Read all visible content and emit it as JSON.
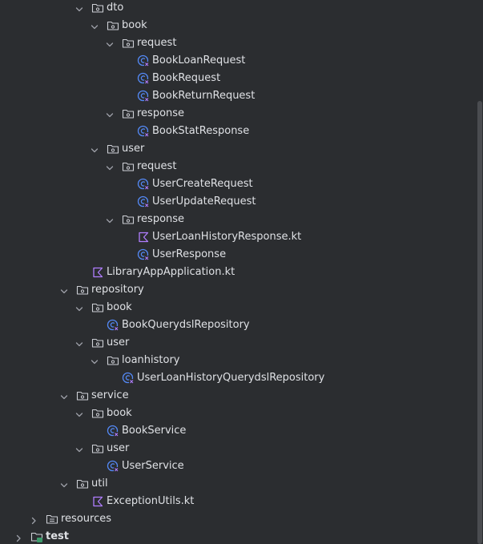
{
  "tree": {
    "rows": [
      {
        "label": "dto",
        "kind": "folder",
        "expanded": true
      },
      {
        "label": "book",
        "kind": "folder",
        "expanded": true
      },
      {
        "label": "request",
        "kind": "folder",
        "expanded": true
      },
      {
        "label": "BookLoanRequest",
        "kind": "class"
      },
      {
        "label": "BookRequest",
        "kind": "class"
      },
      {
        "label": "BookReturnRequest",
        "kind": "class"
      },
      {
        "label": "response",
        "kind": "folder",
        "expanded": true
      },
      {
        "label": "BookStatResponse",
        "kind": "class"
      },
      {
        "label": "user",
        "kind": "folder",
        "expanded": true
      },
      {
        "label": "request",
        "kind": "folder",
        "expanded": true
      },
      {
        "label": "UserCreateRequest",
        "kind": "class"
      },
      {
        "label": "UserUpdateRequest",
        "kind": "class"
      },
      {
        "label": "response",
        "kind": "folder",
        "expanded": true
      },
      {
        "label": "UserLoanHistoryResponse.kt",
        "kind": "kotlin-file"
      },
      {
        "label": "UserResponse",
        "kind": "class"
      },
      {
        "label": "LibraryAppApplication.kt",
        "kind": "kotlin-file"
      },
      {
        "label": "repository",
        "kind": "folder",
        "expanded": true
      },
      {
        "label": "book",
        "kind": "folder",
        "expanded": true
      },
      {
        "label": "BookQuerydslRepository",
        "kind": "class"
      },
      {
        "label": "user",
        "kind": "folder",
        "expanded": true
      },
      {
        "label": "loanhistory",
        "kind": "folder",
        "expanded": true
      },
      {
        "label": "UserLoanHistoryQuerydslRepository",
        "kind": "class"
      },
      {
        "label": "service",
        "kind": "folder",
        "expanded": true
      },
      {
        "label": "book",
        "kind": "folder",
        "expanded": true
      },
      {
        "label": "BookService",
        "kind": "class"
      },
      {
        "label": "user",
        "kind": "folder",
        "expanded": true
      },
      {
        "label": "UserService",
        "kind": "class"
      },
      {
        "label": "util",
        "kind": "folder",
        "expanded": true
      },
      {
        "label": "ExceptionUtils.kt",
        "kind": "kotlin-file"
      },
      {
        "label": "resources",
        "kind": "resources-folder",
        "expanded": false
      },
      {
        "label": "test",
        "kind": "test-folder",
        "expanded": false,
        "bold": true
      }
    ]
  },
  "colors": {
    "background": "#2b2d30",
    "text": "#dfe1e5",
    "icon_stroke": "#ced0d6",
    "class_icon": "#548af7",
    "kotlin_icon": "#b07eff",
    "chevron": "#9da0a8",
    "scrollbar_thumb": "#4a4c50"
  }
}
